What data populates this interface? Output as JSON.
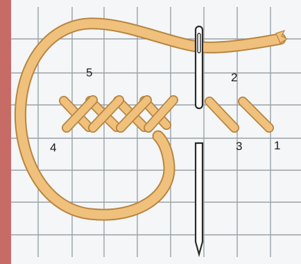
{
  "diagram": {
    "labels": {
      "n1": "1",
      "n2": "2",
      "n3": "3",
      "n4": "4",
      "n5": "5"
    },
    "colors": {
      "border": "#c76b66",
      "paper": "#f4f6f7",
      "grid": "#9aa2a8",
      "thread": "#f0c17c",
      "thread_outline": "#b78541",
      "needle": "#2a2a2a",
      "text": "#1b1b1b"
    },
    "icons": [
      "needle-icon",
      "thread-strand"
    ]
  }
}
